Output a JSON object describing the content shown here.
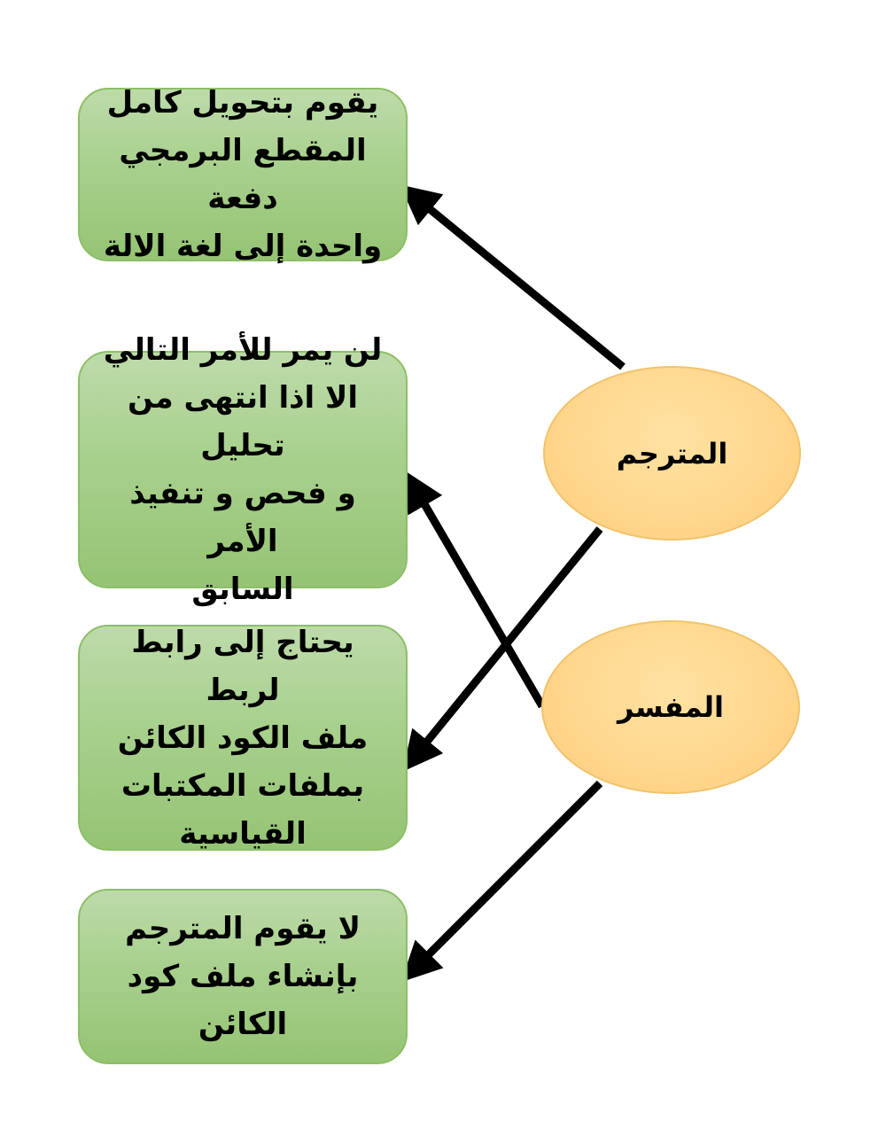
{
  "nodes": {
    "compiler": {
      "label": "المترجم",
      "color": "#ffd78e"
    },
    "interpreter": {
      "label": "المفسر",
      "color": "#ffd78e"
    }
  },
  "boxes": [
    {
      "text": "يقوم بتحويل كامل\nالمقطع البرمجي دفعة\nواحدة إلى لغة الالة",
      "color": "#a8d08d"
    },
    {
      "text": "لن يمر للأمر التالي\nالا اذا انتهى من تحليل\nو فحص و تنفيذ الأمر\nالسابق",
      "color": "#a8d08d"
    },
    {
      "text": "يحتاج إلى رابط لربط\nملف الكود الكائن\nبملفات المكتبات\nالقياسية",
      "color": "#a8d08d"
    },
    {
      "text": "لا يقوم المترجم\nبإنشاء ملف كود\nالكائن",
      "color": "#a8d08d"
    }
  ],
  "arrow_color": "#000000"
}
